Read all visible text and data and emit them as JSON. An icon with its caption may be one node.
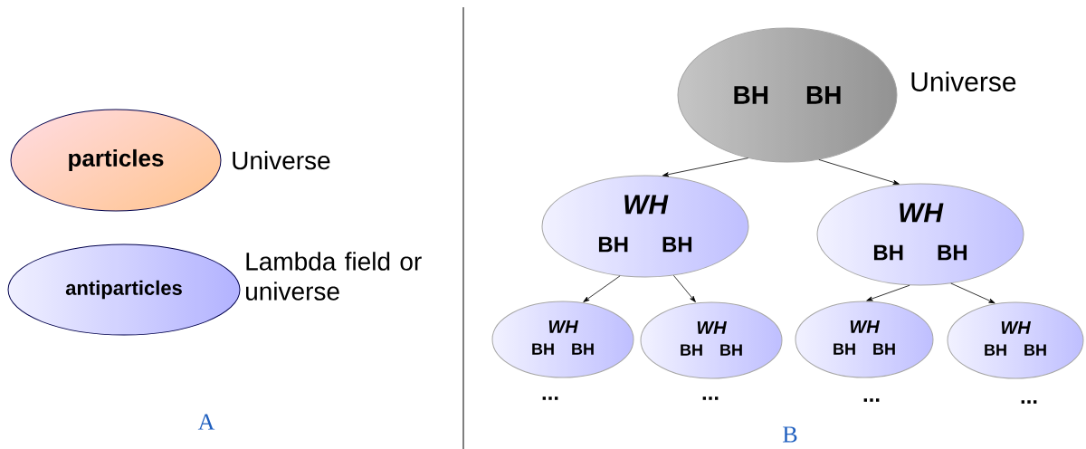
{
  "diagram": {
    "nodes": [
      {
        "text": [
          "particles"
        ],
        "beside": [
          "Universe"
        ]
      },
      {
        "text": [
          "antiparticles"
        ],
        "beside": [
          "Lambda field or universe"
        ]
      },
      {
        "text": [
          "BH",
          "BH"
        ],
        "beside": [
          "Universe"
        ]
      },
      {
        "text": [
          "WH",
          "BH",
          "BH"
        ]
      },
      {
        "text": [
          "WH",
          "BH",
          "BH"
        ]
      },
      {
        "text": [
          "WH",
          "BH",
          "BH"
        ]
      },
      {
        "text": [
          "WH",
          "BH",
          "BH"
        ]
      },
      {
        "text": [
          "WH",
          "BH",
          "BH"
        ]
      },
      {
        "text": [
          "WH",
          "BH",
          "BH"
        ]
      }
    ],
    "edges": [
      {
        "from": 2,
        "to": 3,
        "arrow": "to"
      },
      {
        "from": 2,
        "to": 4,
        "arrow": "to"
      },
      {
        "from": 3,
        "to": 5,
        "arrow": "to"
      },
      {
        "from": 3,
        "to": 6,
        "arrow": "to"
      },
      {
        "from": 4,
        "to": 7,
        "arrow": "to"
      },
      {
        "from": 4,
        "to": 8,
        "arrow": "to"
      }
    ],
    "labels": [
      "...",
      "...",
      "...",
      "...",
      "A",
      "B"
    ]
  }
}
